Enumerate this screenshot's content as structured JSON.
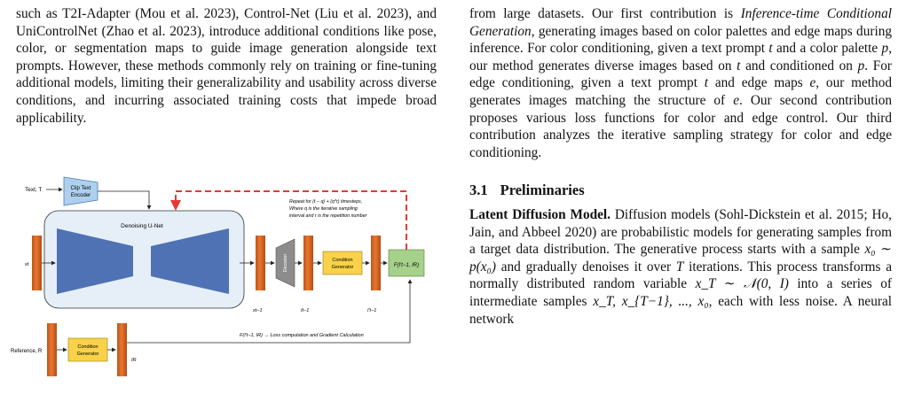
{
  "left_para": "such as T2I-Adapter (Mou et al. 2023), Control-Net (Liu et al. 2023), and UniControlNet (Zhao et al. 2023), introduce additional conditions like pose, color, or segmentation maps to guide image generation alongside text prompts. However, these methods commonly rely on training or fine-tuning additional models, limiting their generalizability and usability across diverse conditions, and incurring associated training costs that impede broad applicability.",
  "right_para": {
    "s1": "from large datasets. Our first contribution is ",
    "em1": "Inference-time Conditional Generation",
    "s2": ", generating images based on color palettes and edge maps during inference. For color conditioning, given a text prompt ",
    "t1": "t",
    "s3": " and a color palette ",
    "p1": "p",
    "s4": ", our method generates diverse images based on ",
    "t2": "t",
    "s5": " and conditioned on ",
    "p2": "p",
    "s6": ". For edge conditioning, given a text prompt ",
    "t3": "t",
    "s7": " and edge maps ",
    "e1": "e",
    "s8": ", our method generates images matching the structure of ",
    "e2": "e",
    "s9": ". Our second contribution proposes various loss functions for color and edge control. Our third contribution analyzes the iterative sampling strategy for color and edge conditioning."
  },
  "section": {
    "number": "3.1",
    "title": "Preliminaries"
  },
  "ldm": {
    "title": "Latent Diffusion Model.",
    "a": " Diffusion models (Sohl-Dickstein et al. 2015; Ho, Jain, and Abbeel 2020) are probabilistic models for generating samples from a target data distribution. The generative process starts with a sample ",
    "m1": "x₀ ∼ p(x₀)",
    "b": " and gradually denoises it over ",
    "m2": "T",
    "c": " iterations. This process transforms a normally distributed random variable ",
    "m3": "x_T ∼ 𝒩(0, I)",
    "d": " into a series of intermediate samples ",
    "m4": "x_T, x_{T−1}, ..., x₀",
    "e": ", each with less noise. A neural network"
  },
  "figure": {
    "text_input": "Text, T",
    "clip": [
      "Clip Text",
      "Encoder"
    ],
    "unet": "Denoising U-Net",
    "decoder": "Decoder",
    "cond_gen": [
      "Condition",
      "Generator"
    ],
    "loss_box": "F(I′t−1, IR)",
    "repeat_note": [
      "Repeat for (t − q) + (q*r) timesteps,",
      "Where q is the iterative sampling",
      "interval and r is the repetition number"
    ],
    "xt": "xt",
    "xt1": "xt−1",
    "It1": "It−1",
    "It1p": "I′t−1",
    "IR": "IR",
    "ref": "Reference, R",
    "loss_note": "F(I′t−1, IR) → Loss computation and Gradient Calculation"
  }
}
